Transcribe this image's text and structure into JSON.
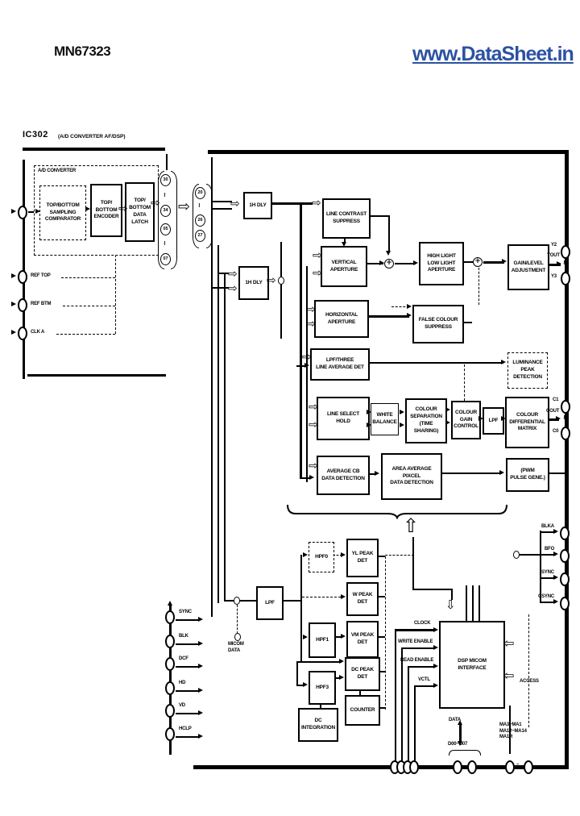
{
  "header": {
    "part": "MN67323",
    "site": "www.DataSheet.in"
  },
  "title": {
    "ic": "IC302",
    "desc": "(A/D CONVERTER AF/DSP)"
  },
  "colors": {
    "watermark_blue": "#2b52a2",
    "ink": "#000000",
    "paper": "#ffffff"
  },
  "adc": {
    "label": "A/D CONVERTER",
    "comparator": "TOP/BOTTOM\nSAMPLING\nCOMPARATOR",
    "encoder": "TOP/\nBOTTOM\nENCODER",
    "latch": "TOP/\nBOTTOM\nDATA\nLATCH"
  },
  "blocks": {
    "hdly1": "1H DLY",
    "hdly2": "1H DLY",
    "line_contrast": "LINE CONTRAST\nSUPPRESS",
    "vertical_aperture": "VERTICAL\nAPERTURE",
    "high_low_aperture": "HIGH LIGHT\nLOW LIGHT\nAPERTURE",
    "gain_level": "GAIN/LEVEL\nADJUSTMENT",
    "horizontal_aperture": "HORIZONTAL\nAPERTURE",
    "false_colour": "FALSE COLOUR\nSUPPRESS",
    "lpf_three_line": "LPF/THREE\nLINE AVERAGE DET",
    "luminance_peak": "LUMINANCE\nPEAK\nDETECTION",
    "line_select": "LINE SELECT\nHOLD",
    "white_balance": "WHITE\nBALANCE",
    "colour_separation": "COLOUR\nSEPARATION\n(TIME SHARING)",
    "colour_gain": "COLOUR\nGAIN\nCONTROL",
    "lpf_mid": "LPF",
    "colour_diff": "COLOUR\nDIFFERENTIAL\nMATRIX",
    "average_cb": "AVERAGE CB\nDATA DETECTION",
    "area_average": "AREA AVERAGE\nPIXCEL\nDATA DETECTION",
    "pwm": "(PWM\nPULSE GENE.)",
    "lpf_bottom": "LPF",
    "hpf0": "HPF0",
    "yl_peak": "YL PEAK\nDET",
    "w_peak": "W PEAK\nDET",
    "hpf1": "HPF1",
    "vm_peak": "VM PEAK\nDET",
    "hpf3": "HPF3",
    "dc_peak": "DC PEAK\nDET",
    "counter": "COUNTER",
    "dc_integration": "DC\nINTEGRATION",
    "dsp_micom": "DSP MICOM\nINTERFACE"
  },
  "pins": {
    "group1": [
      "30",
      "34",
      "05",
      "07"
    ],
    "group2": [
      "20",
      "26",
      "27"
    ],
    "left": {
      "reftop": "REF TOP",
      "refbtm": "REF BTM",
      "clka": "CLK A"
    },
    "right": {
      "y2": "Y2",
      "y3": "Y3",
      "c1": "C1",
      "c0": "C0",
      "blka": "BLKA",
      "bfo": "BFO",
      "sync": "SYNC",
      "csync": "CSYNC"
    },
    "bottom": {
      "sync": "SYNC",
      "blk": "BLK",
      "dcf": "DCF",
      "hd": "HD",
      "vd": "VD",
      "hclp": "HCLP"
    }
  },
  "signals": {
    "clock": "CLOCK",
    "write_enable": "WRITE ENABLE",
    "read_enable": "READ ENABLE",
    "vctl": "VCTL",
    "access": "ACCESS",
    "data": "DATA",
    "data_bus": "D00~D07",
    "ma_bus": "MA3~MA1\nMA12~MA14\nMA1R",
    "micom_data": "MICOM\nDATA",
    "yout": "YOUT",
    "cout": "COUT"
  },
  "glyphs": {
    "plus": "+",
    "fat_right": "⇨",
    "fat_left": "⇦",
    "fat_up": "⇧",
    "fat_down": "⇩",
    "squiggle": "≀",
    "tilde": "~"
  }
}
